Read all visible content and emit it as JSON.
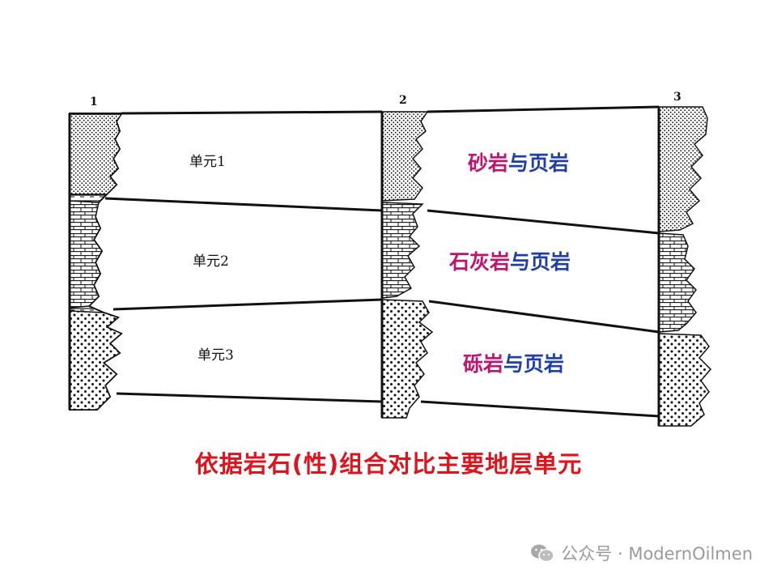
{
  "columns": [
    {
      "number": "1"
    },
    {
      "number": "2"
    },
    {
      "number": "3"
    }
  ],
  "units": [
    {
      "label": "单元1",
      "lithology": {
        "part1": "砂岩",
        "part1b": "",
        "connector": "与页岩"
      }
    },
    {
      "label": "单元2",
      "lithology": {
        "part1": "石灰岩",
        "part1b": "",
        "connector": "与页岩"
      }
    },
    {
      "label": "单元3",
      "lithology": {
        "part1": "砾岩",
        "part1b": "",
        "connector": "与页岩"
      }
    }
  ],
  "caption": "依据岩石(性)组合对比主要地层单元",
  "watermark": "公众号 · ModernOilmen",
  "colors": {
    "caption": "#e0121b",
    "lith_red": "#c0126e",
    "lith_blue": "#1f3fa8",
    "watermark": "#9a9a9a"
  }
}
